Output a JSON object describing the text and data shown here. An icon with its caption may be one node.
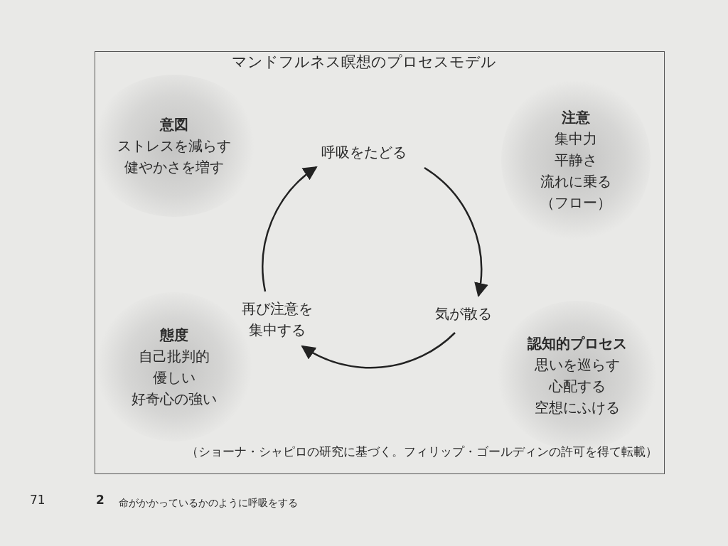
{
  "diagram": {
    "title": "マンドフルネス瞑想のプロセスモデル",
    "caption": "（ショーナ・シャピロの研究に基づく。フィリップ・ゴールディンの許可を得て転載）",
    "nodes": [
      {
        "text": [
          "意図",
          "ストレスを減らす",
          "健やかさを増す"
        ]
      },
      {
        "text": [
          "注意",
          "集中力",
          "平静さ",
          "流れに乗る",
          "（フロー）"
        ]
      },
      {
        "text": [
          "呼吸をたどる"
        ]
      },
      {
        "text": [
          "再び注意を集中する"
        ]
      },
      {
        "text": [
          "気が散る"
        ]
      },
      {
        "text": [
          "態度",
          "自己批判的",
          "優しい",
          "好奇心の強い"
        ]
      },
      {
        "text": [
          "認知的プロセス",
          "思いを巡らす",
          "心配する",
          "空想にふける"
        ]
      }
    ],
    "edges": [
      {
        "from": 2,
        "to": 4,
        "arrow": "to"
      },
      {
        "from": 4,
        "to": 3,
        "arrow": "to"
      },
      {
        "from": 3,
        "to": 2,
        "arrow": "to"
      }
    ],
    "labels": [
      "71",
      "2",
      "命がかかっているかのように呼吸をする"
    ]
  }
}
